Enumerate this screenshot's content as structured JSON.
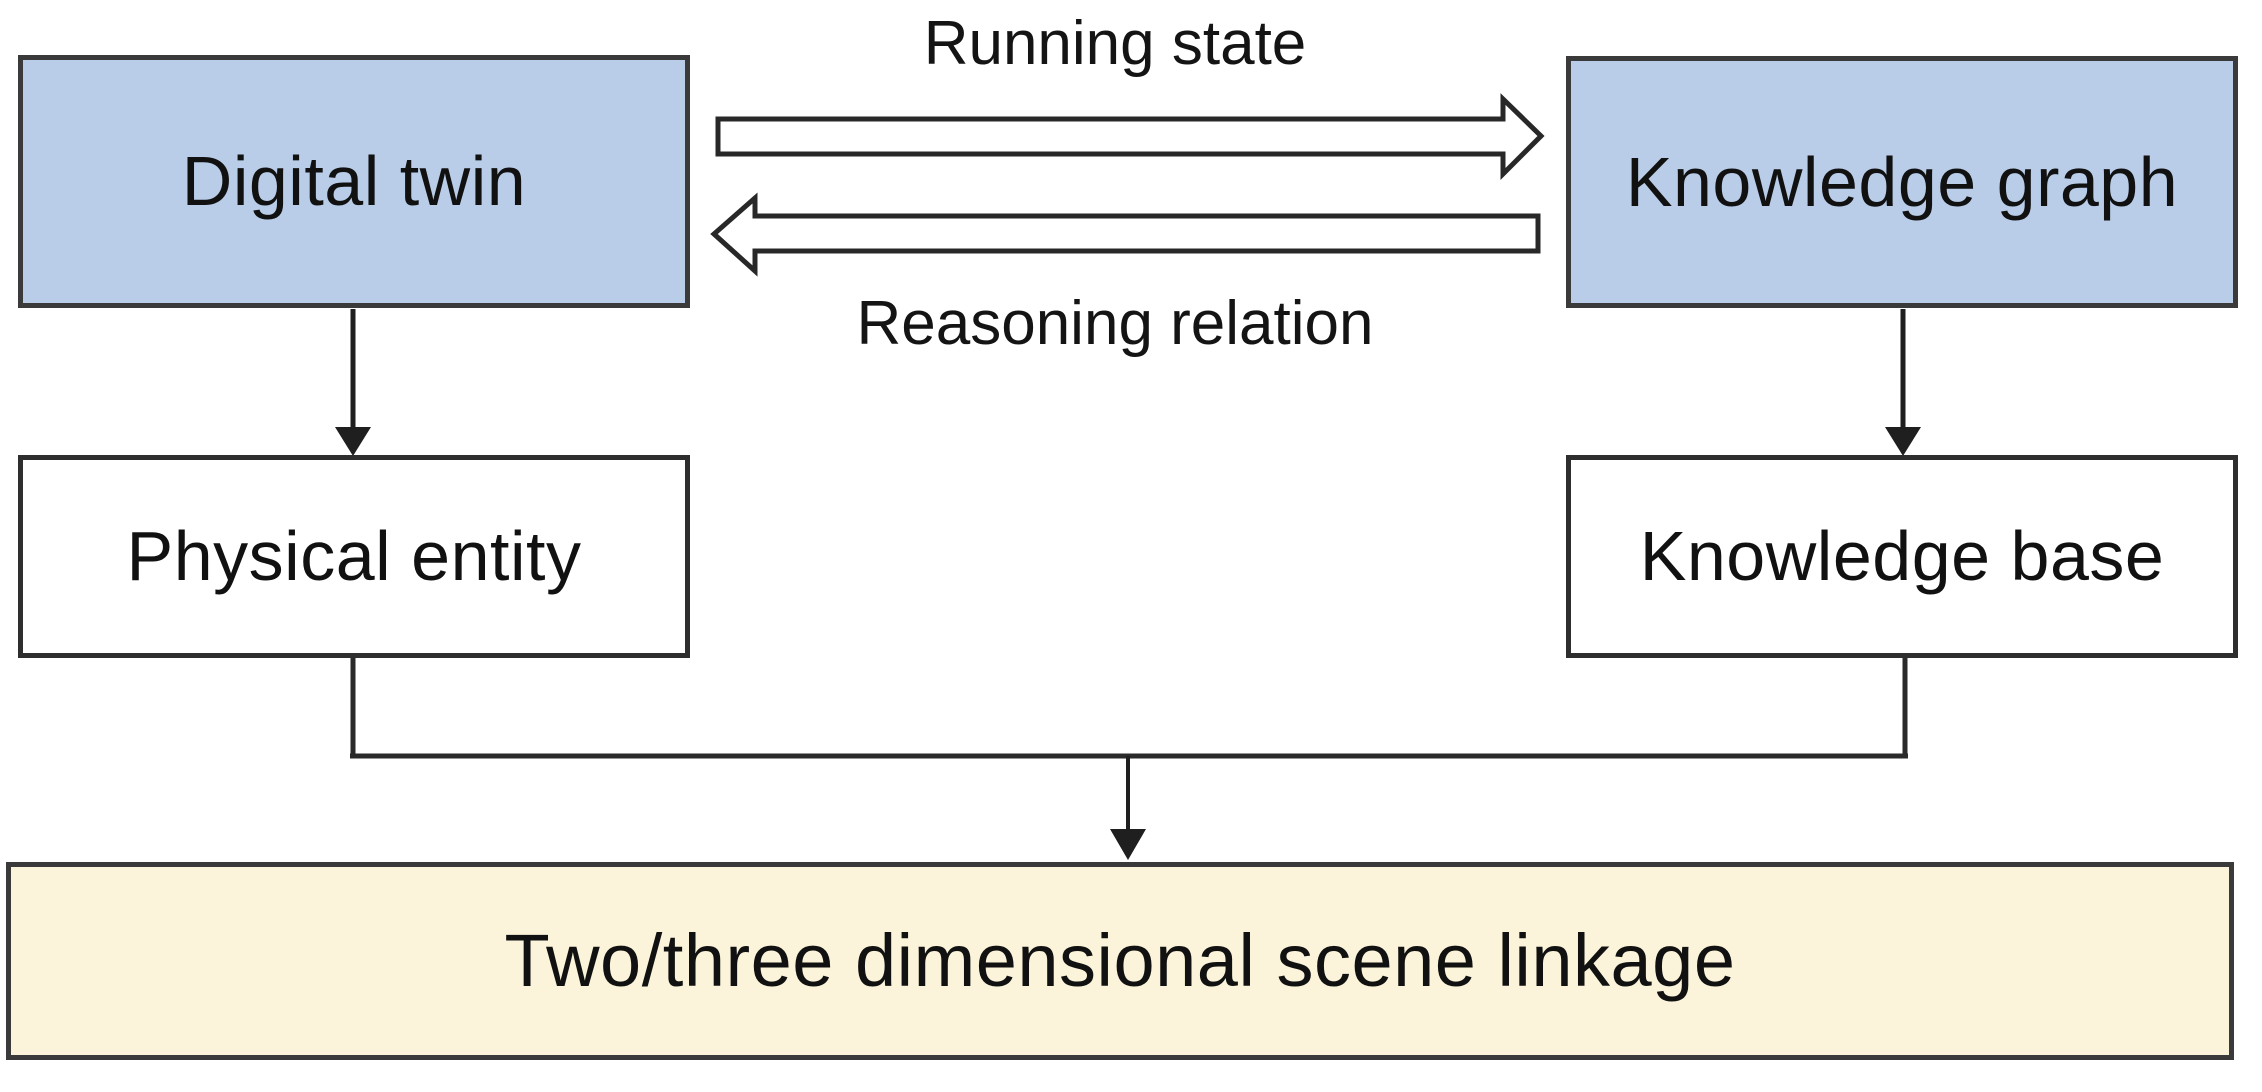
{
  "diagram": {
    "nodes": {
      "digital_twin": {
        "label": "Digital twin",
        "fill": "#b9cde8"
      },
      "knowledge_graph": {
        "label": "Knowledge graph",
        "fill": "#b9cde8"
      },
      "physical_entity": {
        "label": "Physical entity",
        "fill": "#ffffff"
      },
      "knowledge_base": {
        "label": "Knowledge base",
        "fill": "#ffffff"
      },
      "scene_linkage": {
        "label": "Two/three dimensional scene linkage",
        "fill": "#fbf4da"
      }
    },
    "edge_labels": {
      "running_state": "Running state",
      "reasoning_relation": "Reasoning relation"
    },
    "edges": [
      {
        "from": "Digital twin",
        "to": "Knowledge graph",
        "label": "Running state",
        "type": "hollow-block-arrow-right"
      },
      {
        "from": "Knowledge graph",
        "to": "Digital twin",
        "label": "Reasoning relation",
        "type": "hollow-block-arrow-left"
      },
      {
        "from": "Digital twin",
        "to": "Physical entity",
        "type": "solid-arrow-down"
      },
      {
        "from": "Knowledge graph",
        "to": "Knowledge base",
        "type": "solid-arrow-down"
      },
      {
        "from": "Physical entity",
        "to": "Two/three dimensional scene linkage",
        "type": "merged-arrow-down"
      },
      {
        "from": "Knowledge base",
        "to": "Two/three dimensional scene linkage",
        "type": "merged-arrow-down"
      }
    ],
    "colors": {
      "node_blue": "#b9cde8",
      "node_white": "#ffffff",
      "node_cream": "#fbf4da",
      "node_border": "#3a3a3a",
      "line": "#1f1f1f",
      "block_arrow_fill": "#ffffff",
      "background": "#ffffff",
      "text": "#111111"
    }
  }
}
